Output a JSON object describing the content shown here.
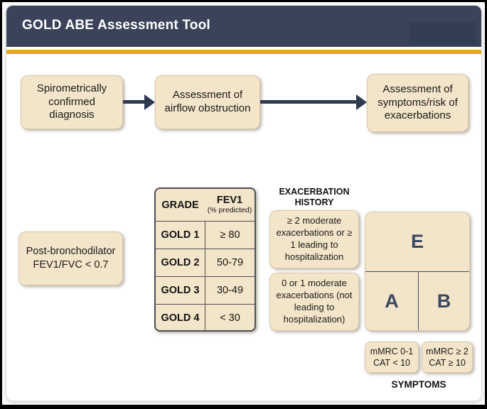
{
  "header": {
    "title": "GOLD ABE Assessment Tool"
  },
  "flow": {
    "steps": [
      {
        "label": "Spirometrically confirmed diagnosis"
      },
      {
        "label": "Assessment of airflow obstruction"
      },
      {
        "label": "Assessment of symptoms/risk of exacerbations"
      }
    ]
  },
  "criteria_box": {
    "label": "Post-bronchodilator FEV1/FVC < 0.7"
  },
  "grade_table": {
    "col1_header": "GRADE",
    "col2_header": "FEV1",
    "col2_subheader": "(% predicted)",
    "rows": [
      {
        "grade": "GOLD 1",
        "value": "≥ 80"
      },
      {
        "grade": "GOLD 2",
        "value": "50-79"
      },
      {
        "grade": "GOLD 3",
        "value": "30-49"
      },
      {
        "grade": "GOLD 4",
        "value": "< 30"
      }
    ]
  },
  "exacerbation": {
    "heading": "EXACERBATION HISTORY",
    "high_risk": "≥ 2 moderate exacerbations or ≥ 1 leading to hospitalization",
    "low_risk": "0 or 1 moderate exacerbations (not leading to hospitalization)"
  },
  "abe_grid": {
    "top": "E",
    "bottom_left": "A",
    "bottom_right": "B"
  },
  "symptoms": {
    "heading": "SYMPTOMS",
    "low": {
      "line1": "mMRC 0-1",
      "line2": "CAT < 10"
    },
    "high": {
      "line1": "mMRC ≥ 2",
      "line2": "CAT ≥ 10"
    }
  },
  "colors": {
    "header_bg": "#3A4359",
    "accent_gold": "#E7A41F",
    "box_cream": "#F3E5C9",
    "arrow_navy": "#2E3A51",
    "letter_navy": "#3B4862"
  }
}
